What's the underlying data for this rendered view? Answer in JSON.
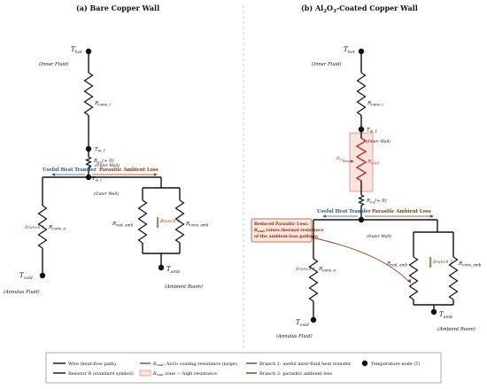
{
  "panels": {
    "left": {
      "title": "(a)  Bare Copper Wall",
      "t_hot": "T",
      "t_hot_sub": "hot",
      "inner_fluid": "(Inner Fluid)",
      "r_conv_i": "R",
      "r_conv_i_sub": "conv, i",
      "t_w1": "T",
      "t_w1_sub": "w, 1",
      "r_cu": "R",
      "r_cu_sub": "Cu",
      "r_cu_note": "(≈ 0)",
      "outer_wall_top": "(Outer Wall)",
      "t_w2": "T",
      "t_w2_sub": "w, 2",
      "useful": "Useful Heat Transfer",
      "parasitic": "Parasitic Ambient Loss",
      "outer_wall": "(Outer Wall)",
      "branch1": "Branch 1",
      "r_conv_o": "R",
      "r_conv_o_sub": "conv, o",
      "r_rad_amb": "R",
      "r_rad_amb_sub": "rad, amb",
      "branch2": "Branch 2",
      "r_conv_amb": "R",
      "r_conv_amb_sub": "conv, amb",
      "t_cold": "T",
      "t_cold_sub": "cold",
      "t_amb": "T",
      "t_amb_sub": "amb",
      "annulus_fluid": "(Annulus Fluid)",
      "ambient_room": "(Ambient Room)"
    },
    "right": {
      "title_pre": "(b)  Al",
      "title_sub1": "2",
      "title_mid": "O",
      "title_sub2": "3",
      "title_post": "-Coated Copper Wall",
      "t_hot": "T",
      "t_hot_sub": "hot",
      "inner_fluid": "(Inner Fluid)",
      "r_conv_i": "R",
      "r_conv_i_sub": "conv, i",
      "t_w1": "T",
      "t_w1_sub": "w, 1",
      "inner_wall": "(Inner Wall)",
      "r_cu_arrow": "R",
      "r_cu_arrow_sub": "Cu",
      "r_coat": "R",
      "r_coat_sub": "coat",
      "r_cu": "R",
      "r_cu_sub": "Cu",
      "r_cu_note": "(≈ 0)",
      "useful": "Useful Heat Transfer",
      "parasitic": "Parasitic Ambient Loss",
      "outer_wall": "(Outer Wall)",
      "callout_1": "Reduced Parasitic Loss:",
      "callout_2": "raises thermal resistance",
      "callout_2_r": "R",
      "callout_2_sub": "coat",
      "callout_3": "of the ambient-loss pathway",
      "branch1": "Branch 1",
      "r_conv_o": "R",
      "r_conv_o_sub": "conv, o",
      "r_rad_amb": "R",
      "r_rad_amb_sub": "rad, amb",
      "branch2": "Branch 2",
      "r_conv_amb": "R",
      "r_conv_amb_sub": "conv, amb",
      "t_cold": "T",
      "t_cold_sub": "cold",
      "t_amb": "T",
      "t_amb_sub": "amb",
      "annulus_fluid": "(Annulus Fluid)",
      "ambient_room": "(Ambient Room)"
    }
  },
  "legend": {
    "wire": "Wire (heat-flow path)",
    "resistor": "Resistor R (standard symbol)",
    "coat_pre": "R",
    "coat_sub": "coat",
    "coat_post": ": Al₂O₃ coating resistance (large)",
    "zone_pre": "R",
    "zone_sub": "coat",
    "zone_post": " zone — high resistance",
    "branch1": "Branch 1: useful inter-fluid heat transfer",
    "branch2": "Branch 2: parasitic ambient loss",
    "node": "Temperature node (T)"
  },
  "colors": {
    "wire": "#111111",
    "coat": "#c0392b",
    "zone_fill": "#fde3dc",
    "branch1": "#2c4f8a",
    "branch2": "#7a3b10",
    "callout_fill": "#fbe6dc",
    "callout_border": "#b0502a",
    "divider": "#bbbbbb"
  }
}
